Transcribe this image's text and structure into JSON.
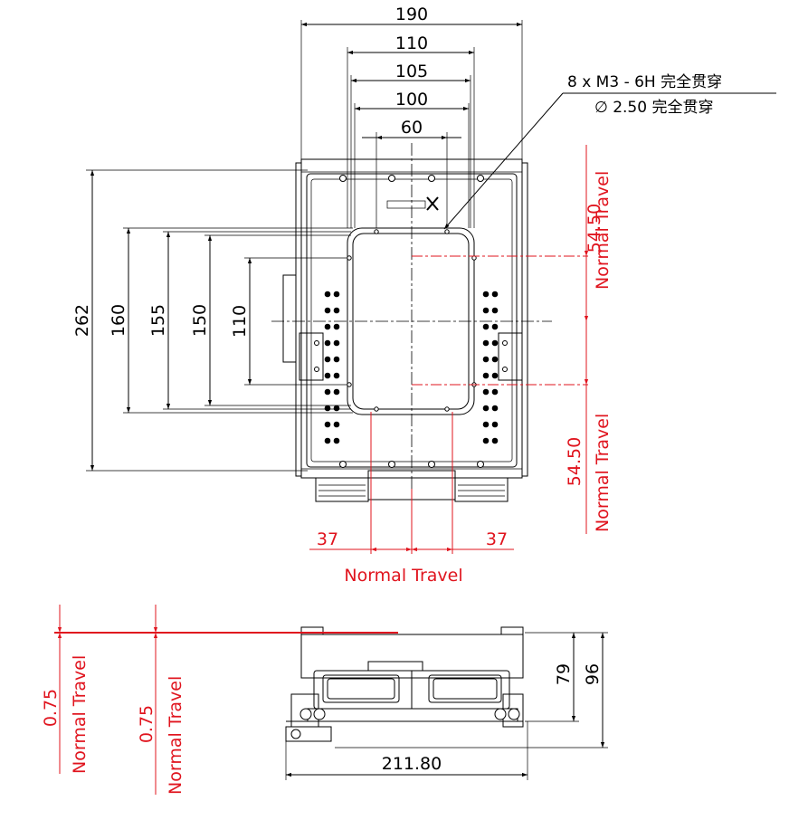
{
  "top_view": {
    "dims_horizontal": {
      "w190": "190",
      "w110": "110",
      "w105": "105",
      "w100": "100",
      "w60": "60"
    },
    "dims_vertical": {
      "h262": "262",
      "h160": "160",
      "h155": "155",
      "h150": "150",
      "h110": "110"
    },
    "hole_note": {
      "line1": "8 x  M3 - 6H 完全贯穿",
      "line2": "∅  2.50 完全贯穿"
    },
    "travel_y": {
      "upper_value": "54.50",
      "upper_label": "Normal Travel",
      "lower_value": "54.50",
      "lower_label": "Normal Travel"
    },
    "travel_x": {
      "left_value": "37",
      "right_value": "37",
      "label": "Normal Travel"
    }
  },
  "side_view": {
    "tilt_left": {
      "value": "0.75",
      "label": "Normal Travel"
    },
    "tilt_right": {
      "value": "0.75",
      "label": "Normal Travel"
    },
    "height_79": "79",
    "height_96": "96",
    "width_211": "211.80"
  },
  "colors": {
    "dimension": "#000000",
    "travel": "#e0141e"
  }
}
